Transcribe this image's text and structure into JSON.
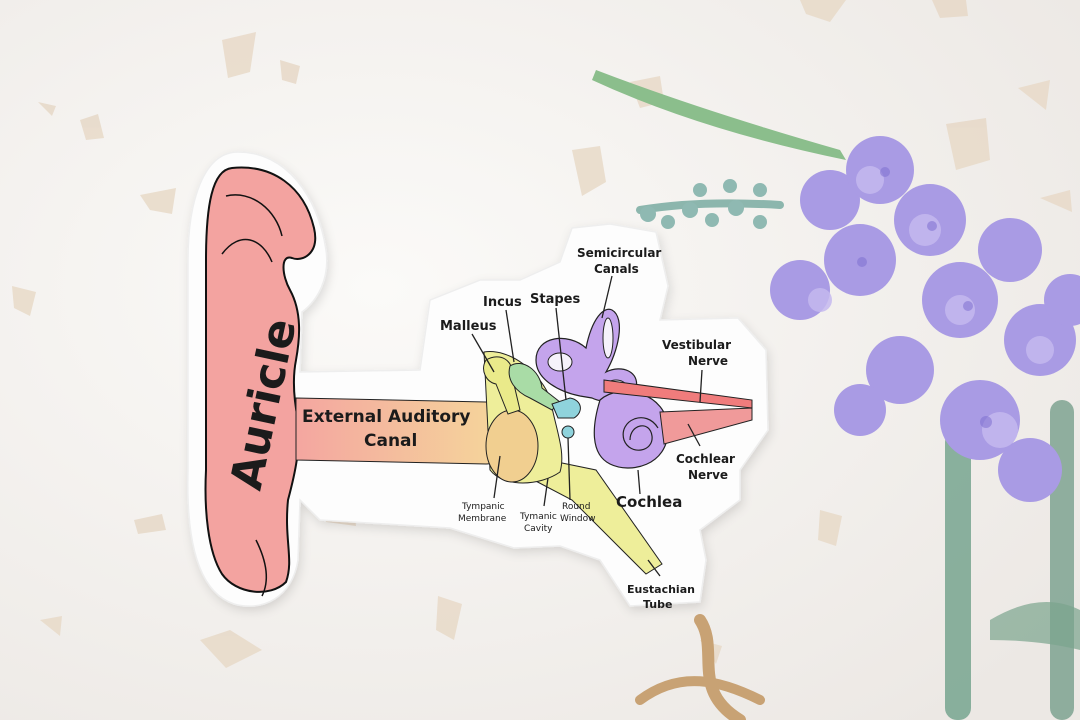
{
  "sticker": {
    "auricle": "Auricle",
    "canal_line1": "External Auditory",
    "canal_line2": "Canal",
    "incus": "Incus",
    "stapes": "Stapes",
    "malleus": "Malleus",
    "semicircular_line1": "Semicircular",
    "semicircular_line2": "Canals",
    "vestibular_line1": "Vestibular",
    "vestibular_line2": "Nerve",
    "cochlear_line1": "Cochlear",
    "cochlear_line2": "Nerve",
    "cochlea": "Cochlea",
    "tympanic_membrane_line1": "Tympanic",
    "tympanic_membrane_line2": "Membrane",
    "tympanic_cavity_line1": "Tymanic",
    "tympanic_cavity_line2": "Cavity",
    "round_window_line1": "Round",
    "round_window_line2": "Window",
    "eustachian_line1": "Eustachian",
    "eustachian_line2": "Tube"
  },
  "colors": {
    "background": "#f4f1ee",
    "auricle": "#f3a3a0",
    "canal_start": "#f6b59c",
    "canal_end": "#f6d59a",
    "ossicle_yellow": "#eeee9a",
    "ossicle_green": "#a9dca6",
    "stapes_blue": "#8fd3dc",
    "inner_ear_purple": "#c4a4ec",
    "nerve_red": "#f07c7c",
    "flower_purple": "#a99be4"
  }
}
